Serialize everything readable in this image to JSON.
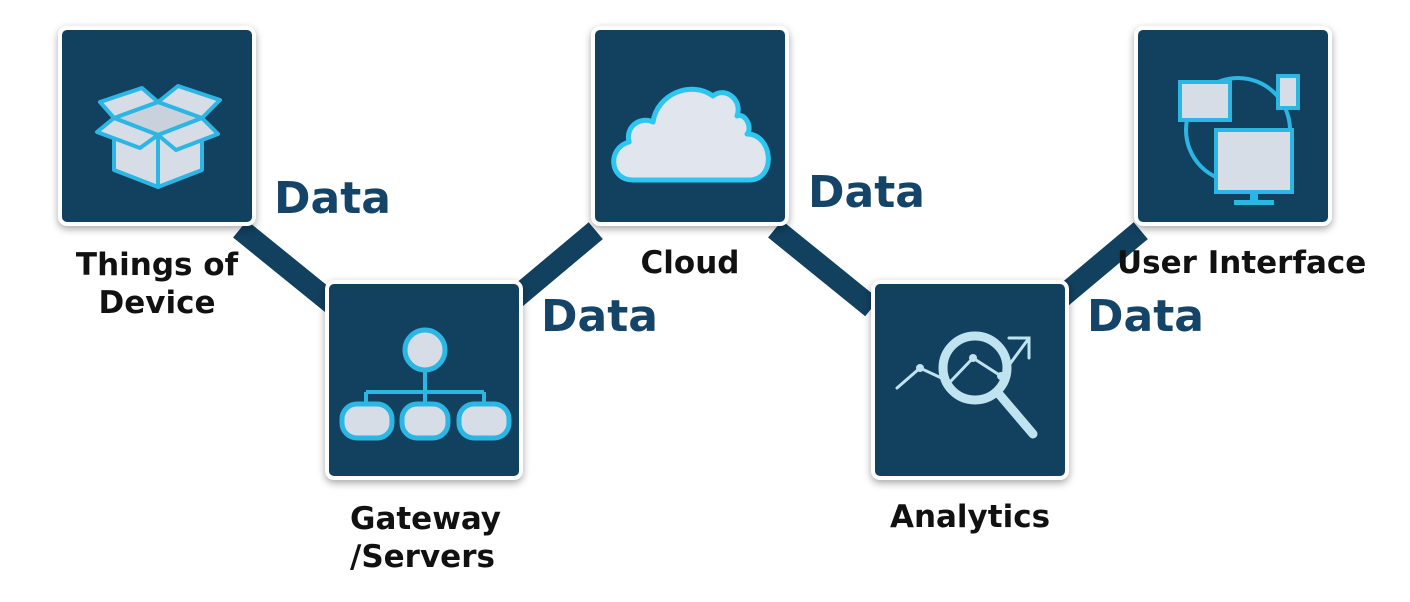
{
  "colors": {
    "box": "#12405f",
    "connector": "#12405f",
    "icon_fill": "#d6dde6",
    "icon_stroke": "#2cb6e4",
    "data_label": "#154469",
    "node_label": "#111111"
  },
  "nodes": [
    {
      "id": "things",
      "label_lines": [
        "Things of",
        "Device"
      ],
      "icon": "open-box-icon"
    },
    {
      "id": "gateway",
      "label_lines": [
        "Gateway",
        "/Servers"
      ],
      "icon": "hierarchy-icon"
    },
    {
      "id": "cloud",
      "label_lines": [
        "Cloud"
      ],
      "icon": "cloud-icon"
    },
    {
      "id": "analytics",
      "label_lines": [
        "Analytics"
      ],
      "icon": "magnifier-chart-icon"
    },
    {
      "id": "ui",
      "label_lines": [
        "User Interface"
      ],
      "icon": "multi-device-icon"
    }
  ],
  "edges": [
    {
      "from": "things",
      "to": "gateway",
      "label": "Data"
    },
    {
      "from": "gateway",
      "to": "cloud",
      "label": "Data"
    },
    {
      "from": "cloud",
      "to": "analytics",
      "label": "Data"
    },
    {
      "from": "analytics",
      "to": "ui",
      "label": "Data"
    }
  ]
}
